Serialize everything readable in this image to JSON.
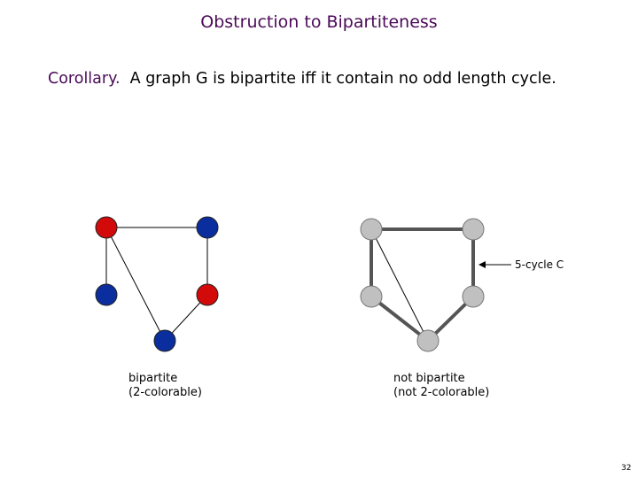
{
  "slide": {
    "title": "Obstruction to Bipartiteness",
    "corollary_lead": "Corollary.",
    "corollary_text": "A graph G is bipartite iff it contain no odd length cycle.",
    "page_number": "32"
  },
  "left_graph": {
    "caption_line1": "bipartite",
    "caption_line2": "(2-colorable)",
    "node_colors": [
      "#d20a0a",
      "#0b2e9e",
      "#0b2e9e",
      "#d20a0a",
      "#0b2e9e"
    ]
  },
  "right_graph": {
    "caption_line1": "not bipartite",
    "caption_line2": "(not 2-colorable)",
    "cycle_label": "5-cycle C",
    "node_color": "#c0c0c0",
    "cycle_edge_color": "#555555"
  }
}
